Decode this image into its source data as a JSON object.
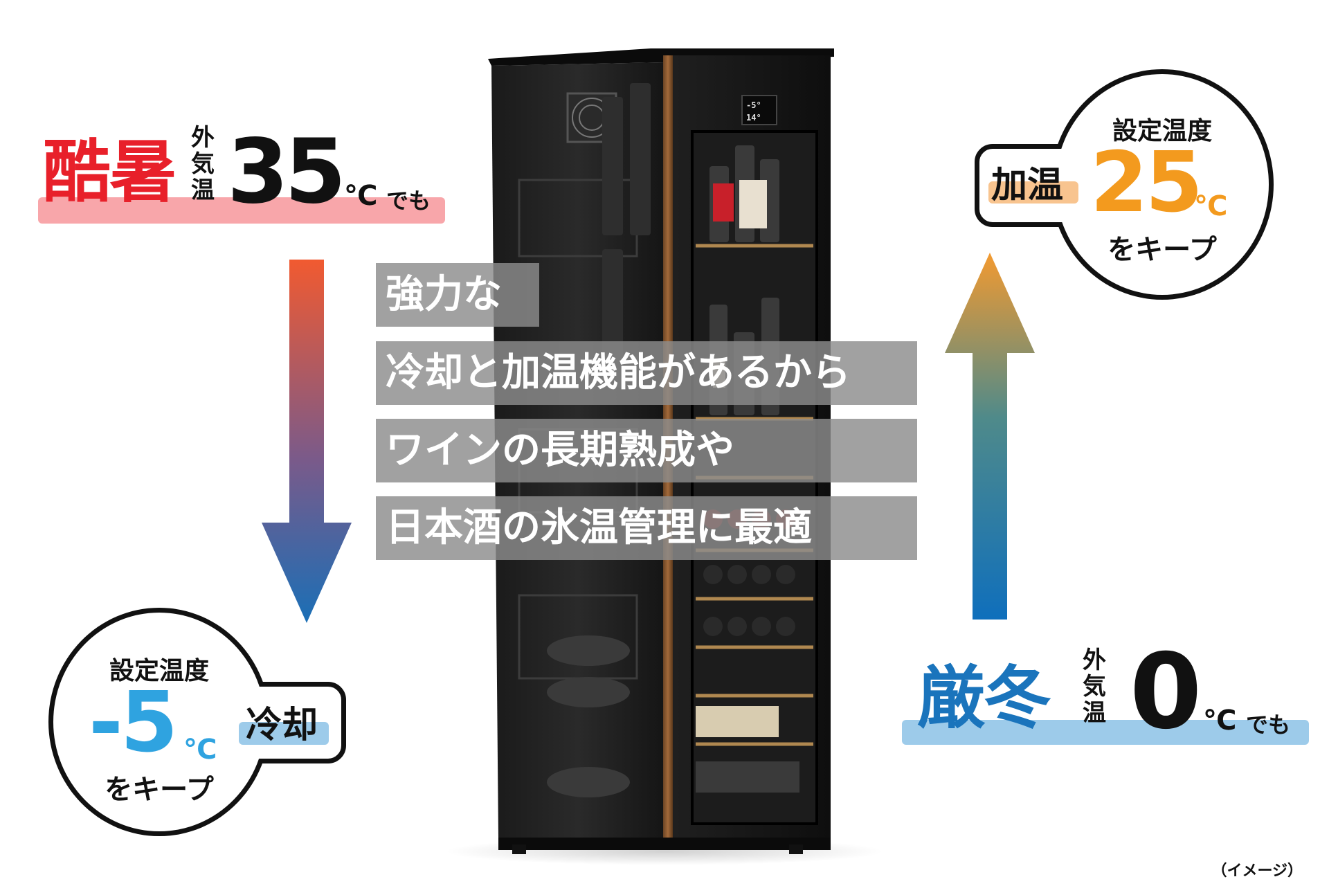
{
  "heat": {
    "word": "酷暑",
    "vertical_label": [
      "外",
      "気",
      "温"
    ],
    "temperature": "35",
    "unit": "℃",
    "suffix": "でも",
    "color": "#e8202a"
  },
  "cold": {
    "word": "厳冬",
    "vertical_label": [
      "外",
      "気",
      "温"
    ],
    "temperature": "0",
    "unit": "℃",
    "suffix": "でも",
    "color": "#1a74bc"
  },
  "cooling_badge": {
    "mode": "冷却",
    "title": "設定温度",
    "value": "-5",
    "unit": "℃",
    "keep": "をキープ",
    "color": "#2fa3e0"
  },
  "heating_badge": {
    "mode": "加温",
    "title": "設定温度",
    "value": "25",
    "unit": "℃",
    "keep": "をキープ",
    "color": "#f39a1e"
  },
  "caption": {
    "line1": "強力な",
    "line2": "冷却と加温機能があるから",
    "line3": "ワインの長期熟成や",
    "line4": "日本酒の氷温管理に最適"
  },
  "footnote": "（イメージ）",
  "cabinet": {
    "display_set": "-5°",
    "display_actual": "14°"
  }
}
